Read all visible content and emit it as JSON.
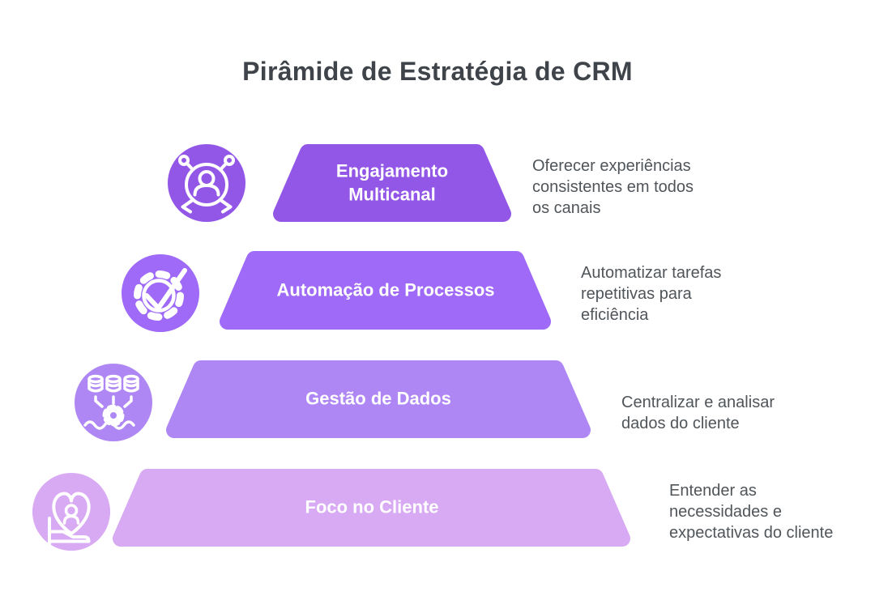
{
  "title": "Pirâmide de Estratégia de CRM",
  "colors": {
    "background": "#ffffff",
    "title": "#3f444a",
    "description": "#50555a",
    "label": "#ffffff"
  },
  "levels": [
    {
      "label": "Engajamento Multicanal",
      "label_lines": [
        "Engajamento",
        "Multicanal"
      ],
      "description_lines": [
        "Oferecer experiências",
        "consistentes em todos",
        "os canais"
      ],
      "color": "#9357e8",
      "icon": "multichannel-engagement-icon"
    },
    {
      "label": "Automação de Processos",
      "description_lines": [
        "Automatizar tarefas",
        "repetitivas para",
        "eficiência"
      ],
      "color": "#9e6af7",
      "icon": "process-automation-gear-check-icon"
    },
    {
      "label": "Gestão de Dados",
      "description_lines": [
        "Centralizar e analisar",
        "dados do cliente"
      ],
      "color": "#ae87f4",
      "icon": "data-management-database-icon"
    },
    {
      "label": "Foco no Cliente",
      "description_lines": [
        "Entender as",
        "necessidades e",
        "expectativas do cliente"
      ],
      "color": "#d7aaf3",
      "icon": "customer-heart-in-hand-icon"
    }
  ]
}
